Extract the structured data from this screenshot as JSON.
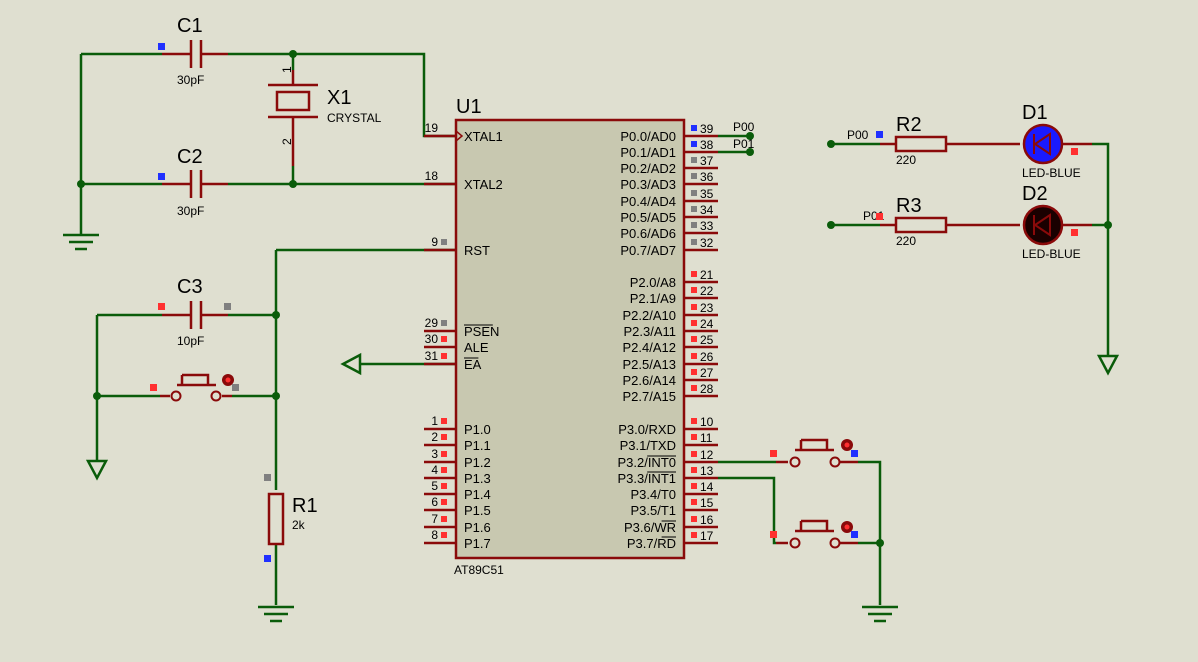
{
  "components": {
    "c1": {
      "ref": "C1",
      "value": "30pF"
    },
    "c2": {
      "ref": "C2",
      "value": "30pF"
    },
    "c3": {
      "ref": "C3",
      "value": "10pF"
    },
    "x1": {
      "ref": "X1",
      "value": "CRYSTAL",
      "pin1": "1",
      "pin2": "2"
    },
    "u1": {
      "ref": "U1",
      "part": "AT89C51"
    },
    "r1": {
      "ref": "R1",
      "value": "2k"
    },
    "r2": {
      "ref": "R2",
      "value": "220"
    },
    "r3": {
      "ref": "R3",
      "value": "220"
    },
    "d1": {
      "ref": "D1",
      "value": "LED-BLUE"
    },
    "d2": {
      "ref": "D2",
      "value": "LED-BLUE"
    }
  },
  "u1_left_pins": [
    {
      "num": "19",
      "name": "XTAL1"
    },
    {
      "num": "18",
      "name": "XTAL2"
    },
    {
      "num": "9",
      "name": "RST"
    },
    {
      "num": "29",
      "name": "PSEN"
    },
    {
      "num": "30",
      "name": "ALE"
    },
    {
      "num": "31",
      "name": "EA"
    },
    {
      "num": "1",
      "name": "P1.0"
    },
    {
      "num": "2",
      "name": "P1.1"
    },
    {
      "num": "3",
      "name": "P1.2"
    },
    {
      "num": "4",
      "name": "P1.3"
    },
    {
      "num": "5",
      "name": "P1.4"
    },
    {
      "num": "6",
      "name": "P1.5"
    },
    {
      "num": "7",
      "name": "P1.6"
    },
    {
      "num": "8",
      "name": "P1.7"
    }
  ],
  "u1_right_pins": [
    {
      "num": "39",
      "name": "P0.0/AD0"
    },
    {
      "num": "38",
      "name": "P0.1/AD1"
    },
    {
      "num": "37",
      "name": "P0.2/AD2"
    },
    {
      "num": "36",
      "name": "P0.3/AD3"
    },
    {
      "num": "35",
      "name": "P0.4/AD4"
    },
    {
      "num": "34",
      "name": "P0.5/AD5"
    },
    {
      "num": "33",
      "name": "P0.6/AD6"
    },
    {
      "num": "32",
      "name": "P0.7/AD7"
    },
    {
      "num": "21",
      "name": "P2.0/A8"
    },
    {
      "num": "22",
      "name": "P2.1/A9"
    },
    {
      "num": "23",
      "name": "P2.2/A10"
    },
    {
      "num": "24",
      "name": "P2.3/A11"
    },
    {
      "num": "25",
      "name": "P2.4/A12"
    },
    {
      "num": "26",
      "name": "P2.5/A13"
    },
    {
      "num": "27",
      "name": "P2.6/A14"
    },
    {
      "num": "28",
      "name": "P2.7/A15"
    },
    {
      "num": "10",
      "name": "P3.0/RXD"
    },
    {
      "num": "11",
      "name": "P3.1/TXD"
    },
    {
      "num": "12",
      "name": "P3.2/INT0"
    },
    {
      "num": "13",
      "name": "P3.3/INT1"
    },
    {
      "num": "14",
      "name": "P3.4/T0"
    },
    {
      "num": "15",
      "name": "P3.5/T1"
    },
    {
      "num": "16",
      "name": "P3.6/WR"
    },
    {
      "num": "17",
      "name": "P3.7/RD"
    }
  ],
  "net_labels": {
    "p00_u1": "P00",
    "p01_u1": "P01",
    "p00_r2": "P00",
    "p01_r3": "P01"
  },
  "colors": {
    "background": "#dfdfd0",
    "wire": "#0a5c0a",
    "component": "#8a0a0a",
    "chip_fill": "#c8c8b0",
    "led_on": "#1a1aff",
    "led_off": "#1a0000",
    "pin_red": "#ff3030",
    "pin_blue": "#2030ff",
    "pin_gray": "#808080"
  }
}
